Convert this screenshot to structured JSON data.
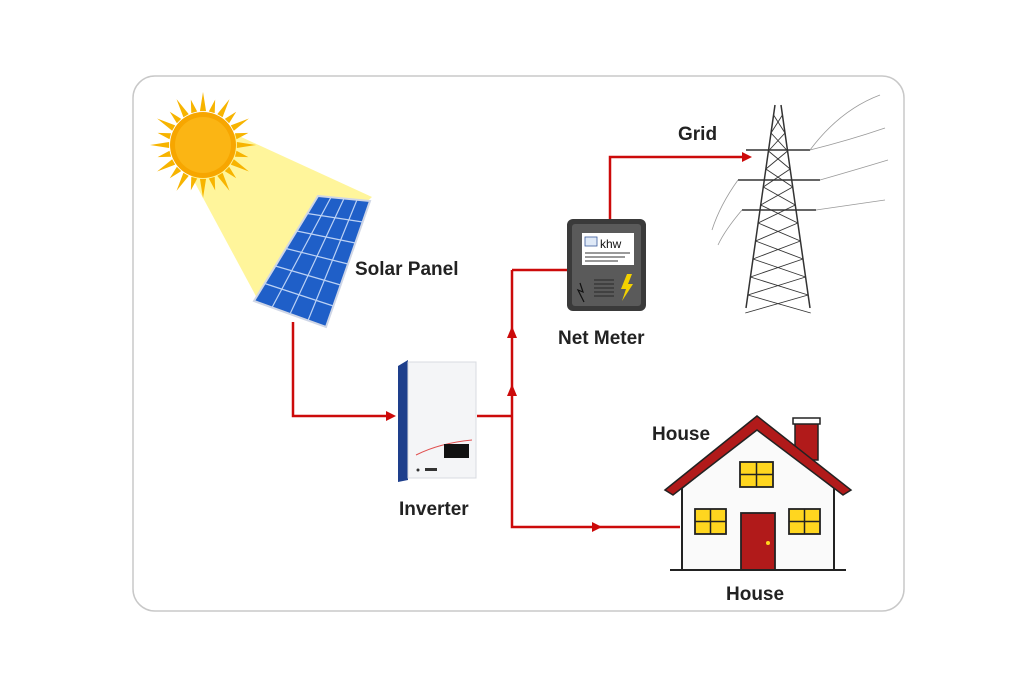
{
  "labels": {
    "solar_panel": "Solar Panel",
    "inverter": "Inverter",
    "net_meter": "Net Meter",
    "grid": "Grid",
    "house_top": "House",
    "house_bottom": "House"
  },
  "meter_display": "khw",
  "colors": {
    "wire": "#cc0a0a",
    "sun": "#f7a600",
    "panel": "#1f5fc8",
    "roof": "#b11a1a",
    "window": "#ffd61f"
  }
}
